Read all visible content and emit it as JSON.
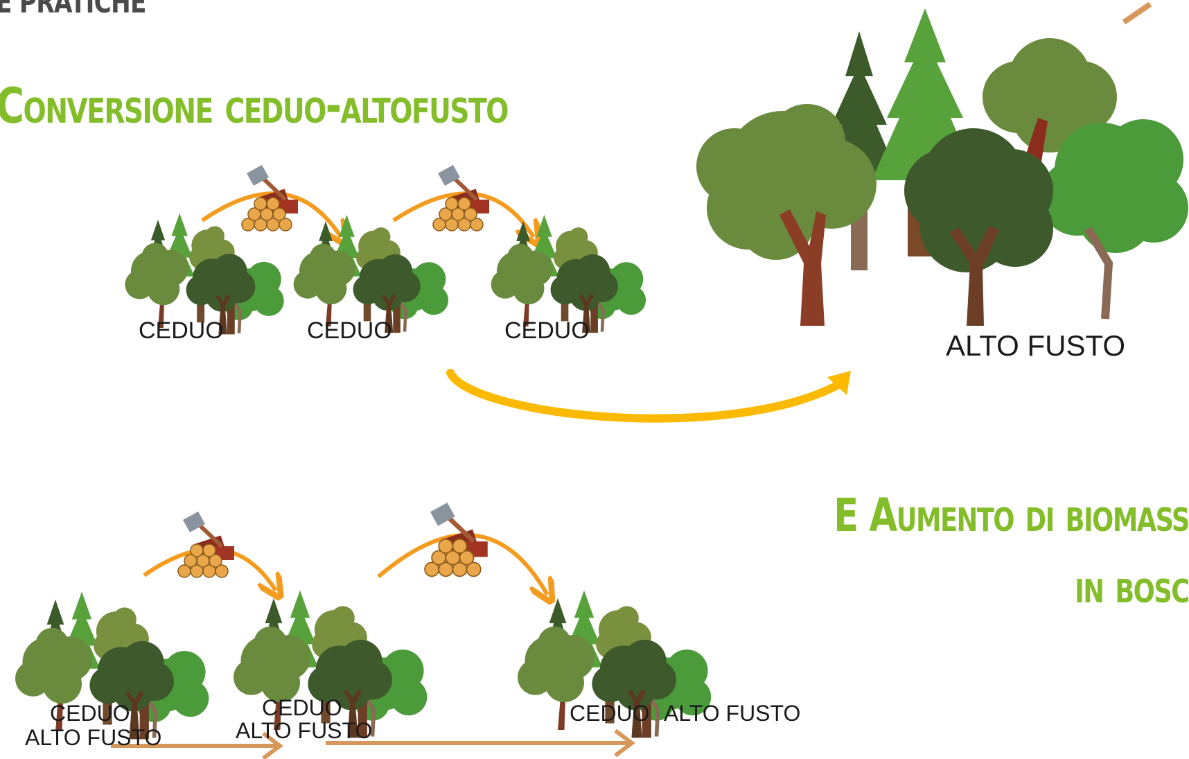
{
  "slide": {
    "section_header": "E PRATICHE",
    "title": "Conversione ceduo-altofusto",
    "subtitle_line1": "E Aumento di biomass",
    "subtitle_line2": "in bosc"
  },
  "top_row": {
    "labels": [
      "CEDUO",
      "CEDUO",
      "CEDUO"
    ],
    "result_label": "ALTO FUSTO"
  },
  "bottom_row": {
    "stage1_top": "CEDUO",
    "stage1_bottom": "ALTO FUSTO",
    "stage2_top": "CEDUO",
    "stage2_bottom": "ALTO FUSTO",
    "stage3_left": "CEDUO",
    "stage3_right": "ALTO FUSTO"
  },
  "colors": {
    "title_green": "#84bd2a",
    "harvest_arrow": "#f39c1f",
    "conversion_arrow": "#fbb900",
    "growth_arrow": "#d8975a"
  }
}
